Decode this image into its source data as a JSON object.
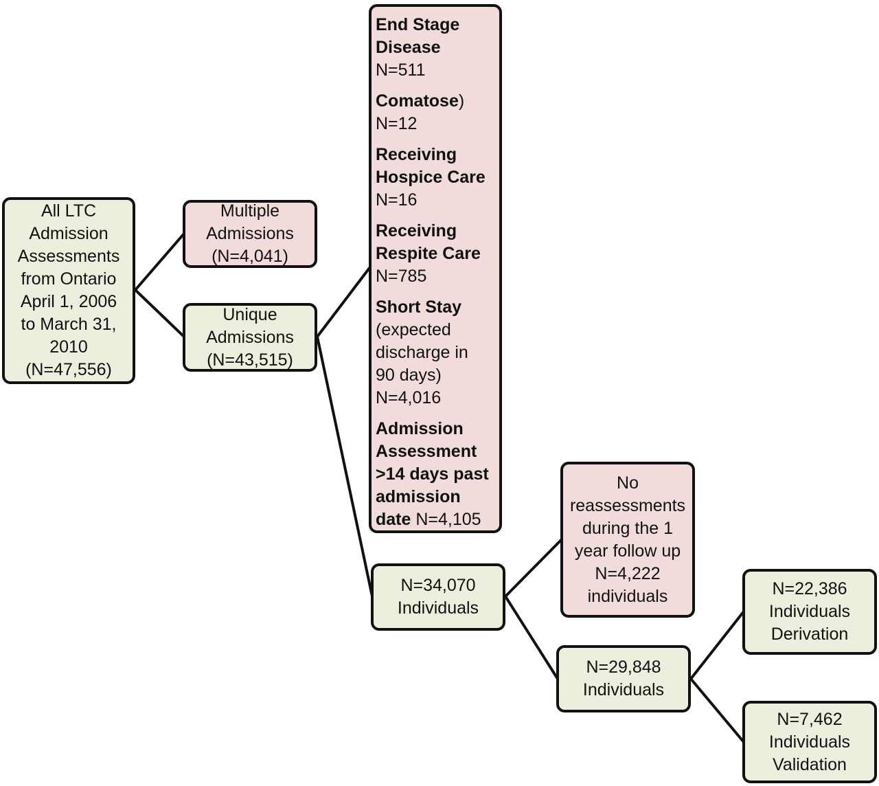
{
  "all_ltc": [
    "All LTC",
    "Admission",
    "Assessments",
    "from Ontario",
    "April 1, 2006",
    "to March 31,",
    "2010",
    "(N=47,556)"
  ],
  "multiple": [
    "Multiple",
    "Admissions",
    "(N=4,041)"
  ],
  "unique": [
    "Unique",
    "Admissions",
    "(N=43,515)"
  ],
  "exclusions": [
    {
      "bold": [
        "End Stage",
        "Disease"
      ],
      "normal": [
        "N=511"
      ]
    },
    {
      "bold_inline": "Comatose",
      "after": ")",
      "normal": [
        "N=12"
      ]
    },
    {
      "bold": [
        "Receiving",
        "Hospice Care"
      ],
      "normal": [
        "N=16"
      ]
    },
    {
      "bold": [
        "Receiving",
        "Respite Care"
      ],
      "normal": [
        "N=785"
      ]
    },
    {
      "bold": [
        "Short Stay"
      ],
      "normal": [
        "(expected",
        "discharge in",
        "90 days)",
        "N=4,016"
      ]
    },
    {
      "bold": [
        "Admission",
        "Assessment",
        ">14 days past",
        "admission"
      ],
      "last_bold": "date ",
      "last_normal": "N=4,105"
    }
  ],
  "individuals_34070": [
    "N=34,070",
    "Individuals"
  ],
  "no_reassess": [
    "No",
    "reassessments",
    "during the 1",
    "year follow up",
    "N=4,222",
    "individuals"
  ],
  "individuals_29848": [
    "N=29,848",
    "Individuals"
  ],
  "derivation": [
    "N=22,386",
    "Individuals",
    "Derivation"
  ],
  "validation": [
    "N=7,462",
    "Individuals",
    "Validation"
  ],
  "colors": {
    "included_fill": "#ebf0de",
    "excluded_fill": "#f2dbdb",
    "border": "#111111"
  }
}
